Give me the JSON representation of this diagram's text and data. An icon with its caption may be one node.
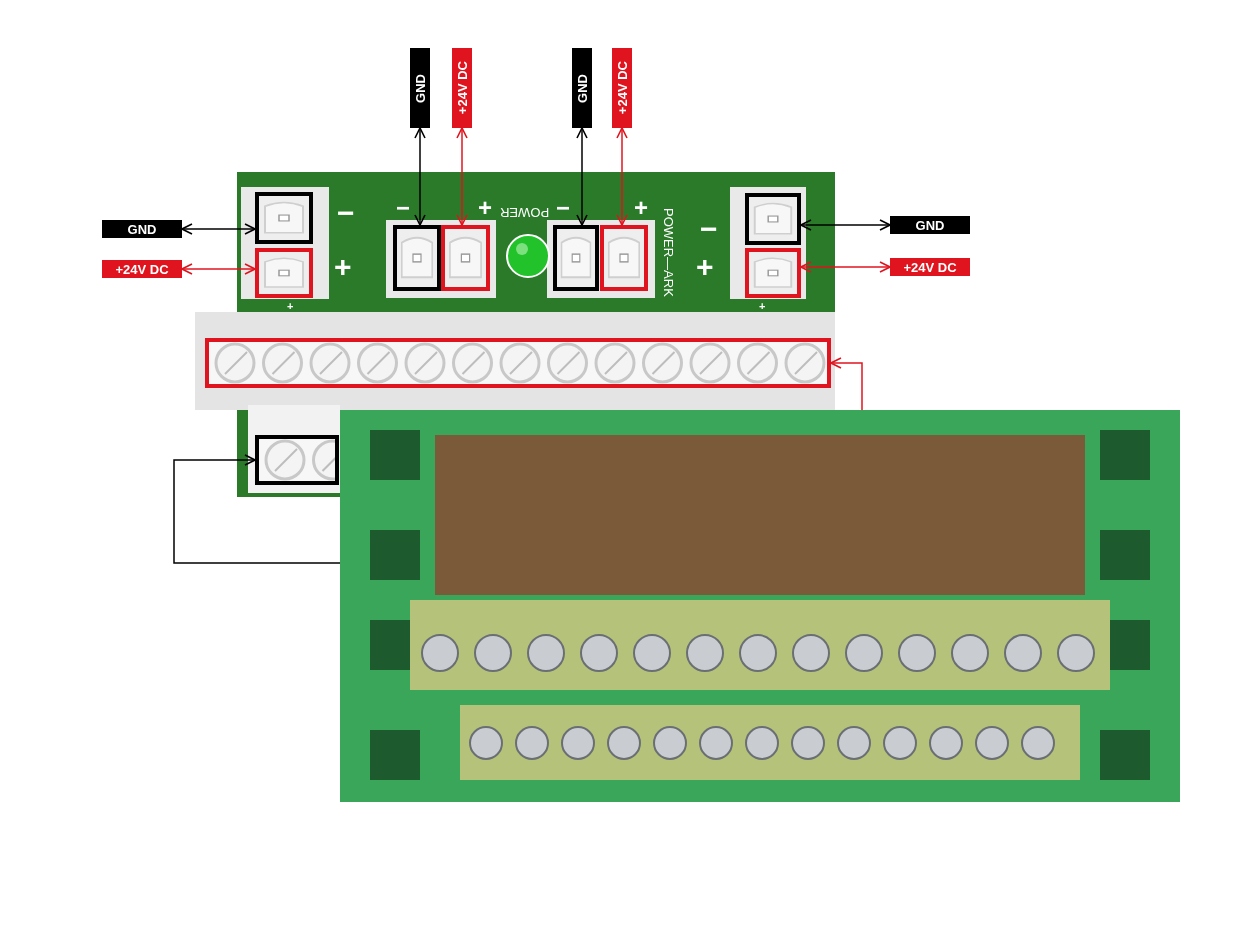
{
  "diagram": {
    "nodes": [
      {
        "text": [
          "GND"
        ]
      },
      {
        "text": [
          "+24V DC"
        ]
      },
      {
        "text": [
          "GND"
        ]
      },
      {
        "text": [
          "+24V DC"
        ]
      },
      {
        "text": [
          "GND"
        ]
      },
      {
        "text": [
          "GND"
        ]
      },
      {
        "text": [
          "+24V DC"
        ]
      },
      {
        "text": [
          "+24V DC"
        ]
      },
      {
        "text": [],
        "shape": "box"
      },
      {
        "text": [],
        "shape": "box"
      },
      {
        "text": [],
        "shape": "box"
      },
      {
        "text": [],
        "shape": "box"
      },
      {
        "text": [],
        "shape": "box"
      },
      {
        "text": [],
        "shape": "box"
      },
      {
        "text": [],
        "shape": "box"
      },
      {
        "text": [],
        "shape": "box"
      },
      {
        "text": [],
        "shape": "box"
      },
      {
        "text": [],
        "shape": "box"
      }
    ],
    "edges": [
      {
        "from": 0,
        "to": 10,
        "arrow": "both"
      },
      {
        "from": 1,
        "to": 11,
        "arrow": "both",
        "color": "#e0141e"
      },
      {
        "from": 2,
        "to": 12,
        "arrow": "both"
      },
      {
        "from": 3,
        "to": 13,
        "arrow": "both",
        "color": "#e0141e"
      },
      {
        "from": 4,
        "to": 8,
        "arrow": "both"
      },
      {
        "from": 6,
        "to": 9,
        "arrow": "both",
        "color": "#e0141e"
      },
      {
        "from": 5,
        "to": 14,
        "arrow": "both"
      },
      {
        "from": 7,
        "to": 15,
        "arrow": "both",
        "color": "#e0141e"
      },
      {
        "from": null,
        "to": 16,
        "arrow": "to",
        "color": "#e0141e"
      },
      {
        "from": null,
        "to": 17,
        "arrow": "to"
      }
    ],
    "labels": [
      "−",
      "+",
      "−",
      "+",
      "POWER",
      "−",
      "+",
      "POWER—ARK",
      "−",
      "+",
      "+",
      "+"
    ]
  }
}
